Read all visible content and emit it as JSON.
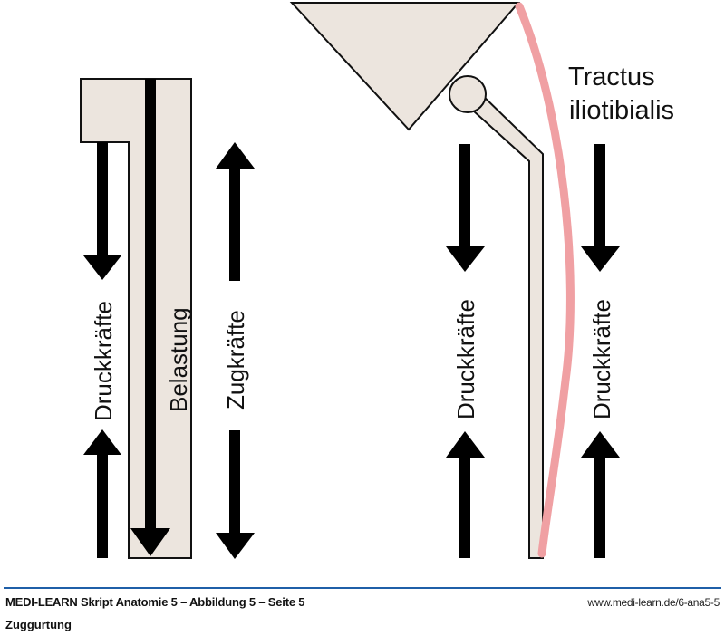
{
  "figure": {
    "colors": {
      "bone_fill": "#ece5de",
      "outline": "#111111",
      "arrow": "#000000",
      "tract": "#f0a0a3",
      "footer_rule": "#1f5fa8"
    },
    "left_model": {
      "labels": {
        "compression_left": "Druckkräfte",
        "load": "Belastung",
        "tension": "Zugkräfte"
      }
    },
    "right_model": {
      "labels": {
        "compression_left": "Druckkräfte",
        "compression_right": "Druckkräfte",
        "tract_line1": "Tractus",
        "tract_line2": "iliotibialis"
      }
    }
  },
  "footer": {
    "title": "MEDI-LEARN Skript Anatomie 5 – Abbildung 5 – Seite 5",
    "url": "www.medi-learn.de/6-ana5-5",
    "subtitle": "Zuggurtung"
  }
}
